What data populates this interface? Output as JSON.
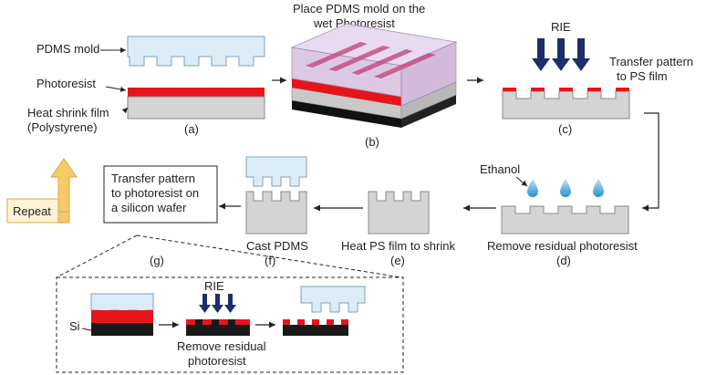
{
  "title": "Place PDMS mold on the wet Photoresist",
  "labels": {
    "pdms_mold": "PDMS mold",
    "photoresist": "Photoresist",
    "heat_shrink_1": "Heat shrink film",
    "heat_shrink_2": "(Polystyrene)",
    "rie_top": "RIE",
    "transfer_ps_1": "Transfer pattern",
    "transfer_ps_2": "to PS film",
    "ethanol": "Ethanol",
    "repeat": "Repeat",
    "transfer_pr_1": "Transfer pattern",
    "transfer_pr_2": "to photoresist on",
    "transfer_pr_3": "a silicon wafer",
    "cast_pdms": "Cast PDMS",
    "heat_ps": "Heat PS film to shrink",
    "remove_residual_d": "Remove residual photoresist",
    "si": "Si",
    "rie_inset": "RIE",
    "remove_residual_inset_1": "Remove residual",
    "remove_residual_inset_2": "photoresist"
  },
  "steps": {
    "a": "(a)",
    "b": "(b)",
    "c": "(c)",
    "d": "(d)",
    "e": "(e)",
    "f": "(f)",
    "g": "(g)"
  },
  "colors": {
    "pdms": "#dcecf7",
    "pdms_stroke": "#7f9fb8",
    "photoresist": "#e8141c",
    "ps_film": "#d4d4d4",
    "ps_stroke": "#8a8a8a",
    "silicon": "#1a1a1a",
    "arrow": "#1c2f6b",
    "repeat_arrow": "#f6c96a",
    "droplet": "#3fa0d8"
  }
}
